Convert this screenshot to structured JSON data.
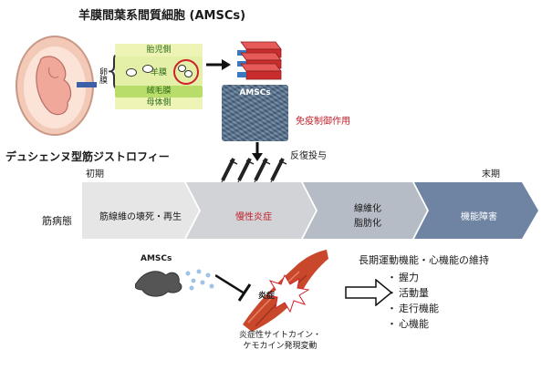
{
  "header": {
    "title": "羊膜間葉系間質細胞 (AMSCs)"
  },
  "amnion": {
    "label": "卵膜",
    "layers": [
      "胎児側",
      "羊膜",
      "絨毛膜",
      "母体側"
    ]
  },
  "culture": {
    "photo_label": "AMSCs",
    "effect": "免疫制御作用"
  },
  "disease": {
    "title": "デュシェンヌ型筋ジストロフィー",
    "dosing": "反復投与",
    "early": "初期",
    "late": "末期",
    "pathology_label": "筋病態",
    "stages": [
      "筋線維の壊死・再生",
      "慢性炎症",
      "線維化",
      "脂肪化",
      "機能障害"
    ]
  },
  "mechanism": {
    "cell_label": "AMSCs",
    "inflammation_label": "炎症",
    "cytokine_text": [
      "炎症性サイトカイン・",
      "ケモカイン発現変動"
    ]
  },
  "outcome": {
    "title": "長期運動機能・心機能の維持",
    "items": [
      "握力",
      "活動量",
      "走行機能",
      "心機能"
    ]
  },
  "colors": {
    "inflammation_red": "#c0202b",
    "arrow_dark": "#6f84a3",
    "arrow_light": "#e8e8e8"
  }
}
